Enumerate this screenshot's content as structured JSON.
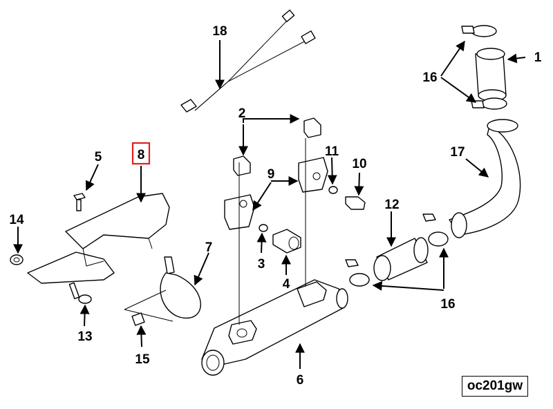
{
  "diagram": {
    "highlight_color": "#e0201c",
    "highlighted_callout": "8",
    "callouts": {
      "c1": "1",
      "c2": "2",
      "c3": "3",
      "c4": "4",
      "c5": "5",
      "c6": "6",
      "c7": "7",
      "c8": "8",
      "c9": "9",
      "c10": "10",
      "c11": "11",
      "c12": "12",
      "c13": "13",
      "c14": "14",
      "c15": "15",
      "c16a": "16",
      "c16b": "16",
      "c17": "17",
      "c18": "18"
    },
    "reference_code": "oc201gw"
  }
}
